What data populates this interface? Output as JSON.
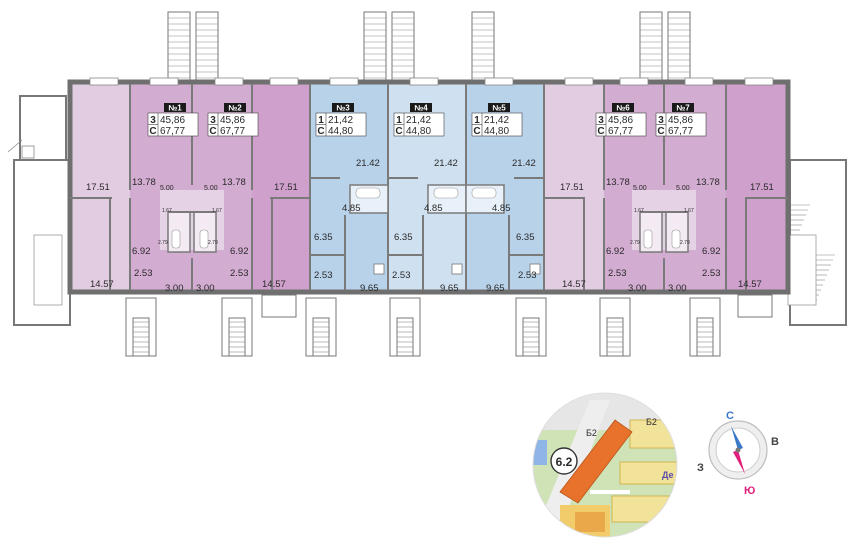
{
  "apartments": [
    {
      "num": "№1",
      "rooms": "3",
      "type": "С",
      "living_area": "45,86",
      "total_area": "67,77"
    },
    {
      "num": "№2",
      "rooms": "3",
      "type": "С",
      "living_area": "45,86",
      "total_area": "67,77"
    },
    {
      "num": "№3",
      "rooms": "1",
      "type": "С",
      "living_area": "21,42",
      "total_area": "44,80"
    },
    {
      "num": "№4",
      "rooms": "1",
      "type": "С",
      "living_area": "21,42",
      "total_area": "44,80"
    },
    {
      "num": "№5",
      "rooms": "1",
      "type": "С",
      "living_area": "21,42",
      "total_area": "44,80"
    },
    {
      "num": "№6",
      "rooms": "3",
      "type": "С",
      "living_area": "45,86",
      "total_area": "67,77"
    },
    {
      "num": "№7",
      "rooms": "3",
      "type": "С",
      "living_area": "45,86",
      "total_area": "67,77"
    }
  ],
  "room_areas": {
    "r17_51": "17.51",
    "r13_78": "13.78",
    "r5_00": "5.00",
    "r1_67": "1.67",
    "r2_79": "2.79",
    "r6_92": "6.92",
    "r2_53": "2.53",
    "r14_57": "14.57",
    "r3_00": "3.00",
    "r21_42": "21.42",
    "r4_85": "4.85",
    "r6_35": "6.35",
    "r9_65": "9.65"
  },
  "location_map": {
    "building_label": "6.2",
    "neighbor_label_1": "Б2",
    "neighbor_label_2": "Б2",
    "street_fragment": "Де"
  },
  "compass": {
    "north": "С",
    "east": "В",
    "west": "З",
    "south": "Ю"
  },
  "colors": {
    "three_room": "#d3acd1",
    "three_room_light": "#e2cce2",
    "one_room": "#b8d2ea",
    "one_room_light": "#cfe0f1",
    "wall": "#6f6f6f",
    "compass_north": "#3a78c8",
    "compass_south": "#e0207c",
    "map_building": "#e8722c"
  }
}
